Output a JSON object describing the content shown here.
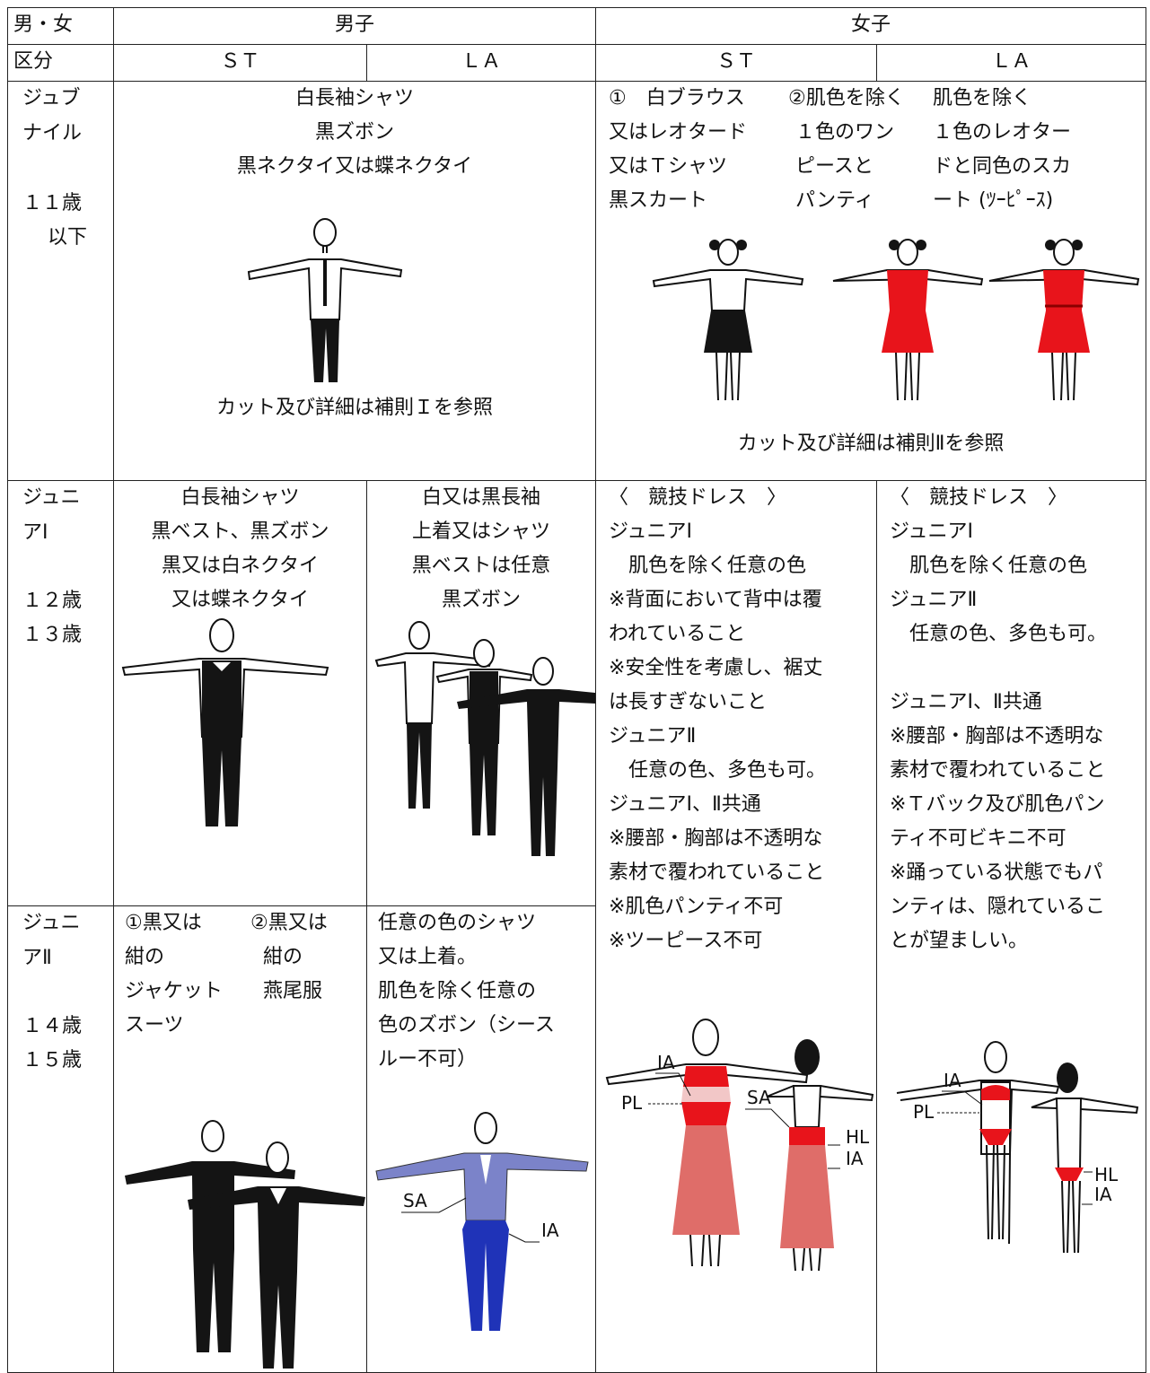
{
  "header": {
    "gender": "男・女",
    "male": "男子",
    "female": "女子",
    "division": "区分",
    "st": "ＳＴ",
    "la": "ＬＡ"
  },
  "juvenile": {
    "label_lines": [
      "ジュブ",
      "ナイル",
      "",
      "１１歳",
      "以下"
    ],
    "male_lines": [
      "白長袖シャツ",
      "黒ズボン",
      "黒ネクタイ又は蝶ネクタイ"
    ],
    "male_note": "カット及び詳細は補則Ｉを参照",
    "female_col1": [
      "①　白ブラウス",
      "又はレオタード",
      "又はＴシャツ",
      "黒スカート"
    ],
    "female_col2": [
      "②肌色を除く",
      "１色のワン",
      "ピースと",
      "パンティ"
    ],
    "female_col3": [
      "肌色を除く",
      "１色のレオター",
      "ドと同色のスカ",
      "ート (ﾂｰﾋﾟｰｽ)"
    ],
    "female_note": "カット及び詳細は補則Ⅱを参照"
  },
  "junior1": {
    "label_lines": [
      "ジュニ",
      "アⅠ",
      "",
      "１２歳",
      "１３歳"
    ],
    "male_st_lines": [
      "白長袖シャツ",
      "黒ベスト、黒ズボン",
      "黒又は白ネクタイ",
      "又は蝶ネクタイ"
    ],
    "male_la_lines": [
      "白又は黒長袖",
      "上着又はシャツ",
      "黒ベストは任意",
      "黒ズボン"
    ]
  },
  "female_st_lines": [
    "〈　競技ドレス　〉",
    "ジュニアⅠ",
    "　肌色を除く任意の色",
    "※背面において背中は覆",
    "われていること",
    "※安全性を考慮し、裾丈",
    "は長すぎないこと",
    "ジュニアⅡ",
    "　任意の色、多色も可。",
    "ジュニアⅠ、Ⅱ共通",
    "※腰部・胸部は不透明な",
    "素材で覆われていること",
    "※肌色パンティ不可",
    "※ツーピース不可"
  ],
  "female_la_lines": [
    "〈　競技ドレス　〉",
    "ジュニアⅠ",
    "　肌色を除く任意の色",
    "ジュニアⅡ",
    "　任意の色、多色も可。",
    "",
    "ジュニアⅠ、Ⅱ共通",
    "※腰部・胸部は不透明な",
    "素材で覆われていること",
    "※Ｔバック及び肌色パン",
    "ティ不可ビキニ不可",
    "※踊っている状態でもパ",
    "ンティは、隠れているこ",
    "とが望ましい。"
  ],
  "junior2": {
    "label_lines": [
      "ジュニ",
      "アⅡ",
      "",
      "１４歳",
      "１５歳"
    ],
    "male_st_col1": [
      "①黒又は",
      "紺の",
      "ジャケット",
      "スーツ"
    ],
    "male_st_col2": [
      "②黒又は",
      "紺の",
      "燕尾服"
    ],
    "male_la_lines": [
      "任意の色のシャツ",
      "又は上着。",
      "肌色を除く任意の",
      "色のズボン（シース",
      "ルー不可）"
    ]
  },
  "figure_labels": {
    "ia": "IA",
    "sa": "SA",
    "pl": "PL",
    "hl": "HL"
  },
  "colors": {
    "red": "#e8141b",
    "black": "#141414",
    "blue": "#1f33b8",
    "dress_red": "#d9534f"
  }
}
